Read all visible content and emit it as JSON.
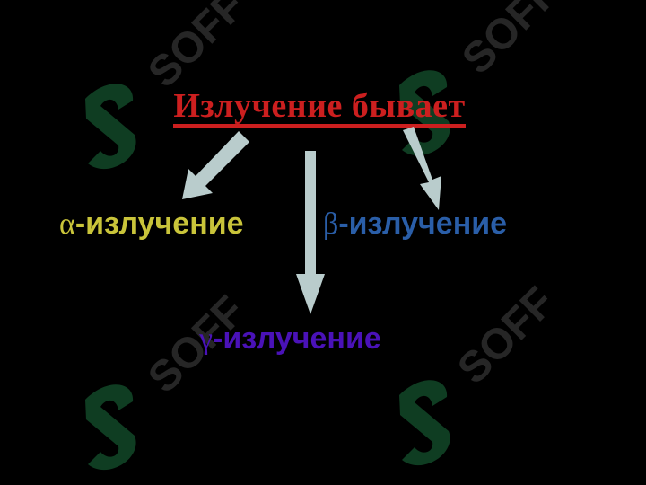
{
  "title": "Излучение бывает",
  "branches": [
    {
      "symbol": "α",
      "text": "-излучение",
      "color": "#c9c43a"
    },
    {
      "symbol": "β",
      "text": "-излучение",
      "color": "#2a5ea8"
    },
    {
      "symbol": "γ",
      "text": "-излучение",
      "color": "#4a12b8"
    }
  ],
  "watermark": "SOFF",
  "colors": {
    "background": "#000000",
    "title": "#cc1f1f",
    "arrow": "#b9cccc",
    "watermark_logo": "#0f3d22",
    "watermark_text": "#262626"
  }
}
